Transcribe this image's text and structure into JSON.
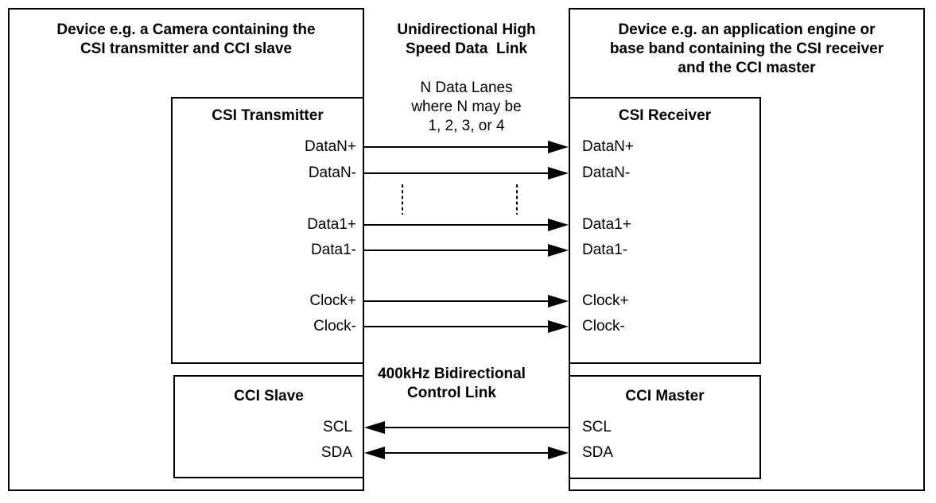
{
  "colors": {
    "line": "#000000",
    "background": "#ffffff"
  },
  "devices": {
    "left": {
      "title": "Device e.g. a Camera containing the\nCSI transmitter and CCI slave"
    },
    "right": {
      "title": "Device e.g. an application engine or\nbase band containing the CSI receiver\nand the CCI master"
    }
  },
  "links": {
    "data": {
      "title": "Unidirectional High\nSpeed Data  Link",
      "note": "N Data Lanes\nwhere N may be\n1, 2, 3, or 4"
    },
    "control": {
      "title": "400kHz Bidirectional\nControl Link"
    }
  },
  "blocks": {
    "transmitter": {
      "title": "CSI Transmitter",
      "pins": [
        "DataN+",
        "DataN-",
        "Data1+",
        "Data1-",
        "Clock+",
        "Clock-"
      ]
    },
    "receiver": {
      "title": "CSI Receiver",
      "pins": [
        "DataN+",
        "DataN-",
        "Data1+",
        "Data1-",
        "Clock+",
        "Clock-"
      ]
    },
    "slave": {
      "title": "CCI Slave",
      "pins": [
        "SCL",
        "SDA"
      ]
    },
    "master": {
      "title": "CCI Master",
      "pins": [
        "SCL",
        "SDA"
      ]
    }
  },
  "connections": [
    {
      "label": "DataN+",
      "direction": "left-to-right"
    },
    {
      "label": "DataN-",
      "direction": "left-to-right"
    },
    {
      "label": "Data1+",
      "direction": "left-to-right"
    },
    {
      "label": "Data1-",
      "direction": "left-to-right"
    },
    {
      "label": "Clock+",
      "direction": "left-to-right"
    },
    {
      "label": "Clock-",
      "direction": "left-to-right"
    },
    {
      "label": "SCL",
      "direction": "right-to-left"
    },
    {
      "label": "SDA",
      "direction": "bidirectional"
    }
  ]
}
